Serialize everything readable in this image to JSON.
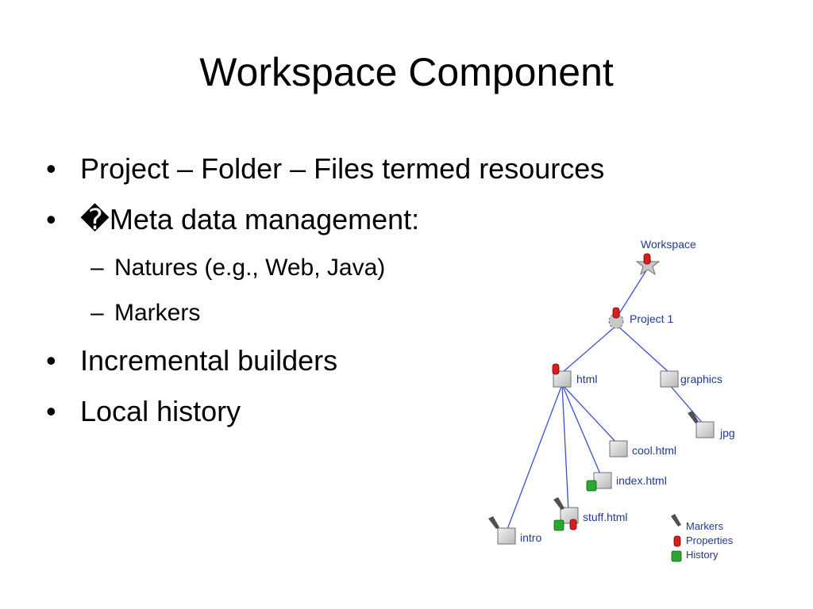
{
  "slide": {
    "title": "Workspace Component",
    "bullets": [
      "Project – Folder – Files  termed resources",
      "�Meta data management:",
      "Incremental builders",
      "Local history"
    ],
    "sub_bullets": [
      "Natures (e.g., Web, Java)",
      "Markers"
    ]
  },
  "diagram": {
    "nodes": {
      "workspace": "Workspace",
      "project": "Project 1",
      "html": "html",
      "graphics": "graphics",
      "jpg": "jpg",
      "cool": "cool.html",
      "index": "index.html",
      "stuff": "stuff.html",
      "intro": "intro"
    },
    "legend": {
      "markers": "Markers",
      "properties": "Properties",
      "history": "History"
    },
    "colors": {
      "edge": "#3b4fd0",
      "label": "#1f3a8f",
      "property": "#d42020",
      "history": "#2aa830",
      "file": "#d0d0d0"
    }
  }
}
